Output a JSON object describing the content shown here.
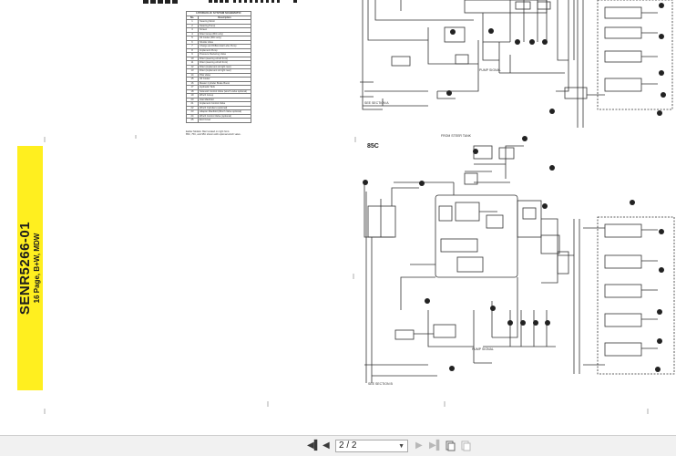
{
  "document": {
    "spine_code": "SENR5266-01",
    "spine_subtitle": "16 Page, B+W, MDW",
    "section_label": "85C",
    "table": {
      "title": "HYDRAULIC SYSTEM SCHEMATIC",
      "col_no": "No.",
      "col_desc": "Description",
      "rows": [
        {
          "no": "1",
          "desc": "Steering Motor"
        },
        {
          "no": "2",
          "desc": "Steering Pump"
        },
        {
          "no": "3",
          "desc": "Screen"
        },
        {
          "no": "4",
          "desc": "Filter Group (B/C only)"
        },
        {
          "no": "5",
          "desc": "Oil Cooler (B/C only)"
        },
        {
          "no": "6",
          "desc": "Shuttle Valve"
        },
        {
          "no": "7",
          "desc": "Charge and Differential Lube Pump"
        },
        {
          "no": "8",
          "desc": "Implement Pump"
        },
        {
          "no": "9",
          "desc": "Pressure Reducing Valve"
        },
        {
          "no": "10",
          "desc": "Filter (steering oil left front)"
        },
        {
          "no": "11",
          "desc": "Filter (steering oil left front)"
        },
        {
          "no": "12",
          "desc": "Filter (implement oil right rear)"
        },
        {
          "no": "13",
          "desc": "Filter (implement oil right rear)"
        },
        {
          "no": "14",
          "desc": "Pilot Valve"
        },
        {
          "no": "15",
          "desc": "Oil Cooler"
        },
        {
          "no": "16",
          "desc": "Master Cylinder Brake Boost"
        },
        {
          "no": "17",
          "desc": "Hydraulic Tank"
        },
        {
          "no": "18",
          "desc": "Solenoid Control Valve (winch valve optional)"
        },
        {
          "no": "19",
          "desc": "Winch Group"
        },
        {
          "no": "20",
          "desc": "Inlet Manifold"
        },
        {
          "no": "21",
          "desc": "Implement Control Valve"
        },
        {
          "no": "22",
          "desc": "Winch Cylinders (optional)"
        },
        {
          "no": "23",
          "desc": "Adapter Manifold (Winch Valve optional)"
        },
        {
          "no": "24",
          "desc": "Winch Control Valve (optional)"
        },
        {
          "no": "25",
          "desc": "End Cover"
        }
      ],
      "note_1": "Earlier Models: filter located on right front.",
      "note_2": "85C, 75C, and 95C shown with optional winch valve."
    },
    "schematic_text": {
      "pump_signal": "PUMP SIGNAL",
      "pump_signal_2": "PUMP SIGNAL",
      "from_steer_tank": "FROM STEER TANK",
      "see_section_a": "SEE SECTION A",
      "see_section_b": "SEE SECTION B"
    }
  },
  "toolbar": {
    "first_page_icon": "first-page-icon",
    "prev_page_icon": "prev-page-icon",
    "page_value": "2 / 2",
    "next_page_icon": "next-page-icon",
    "last_page_icon": "last-page-icon",
    "layout_icon_1": "single-page-layout-icon",
    "layout_icon_2": "two-page-layout-icon"
  },
  "colors": {
    "spine_yellow": "#ffef1f",
    "toolbar_bg": "#f1f1f1",
    "page_bg": "#ffffff"
  }
}
